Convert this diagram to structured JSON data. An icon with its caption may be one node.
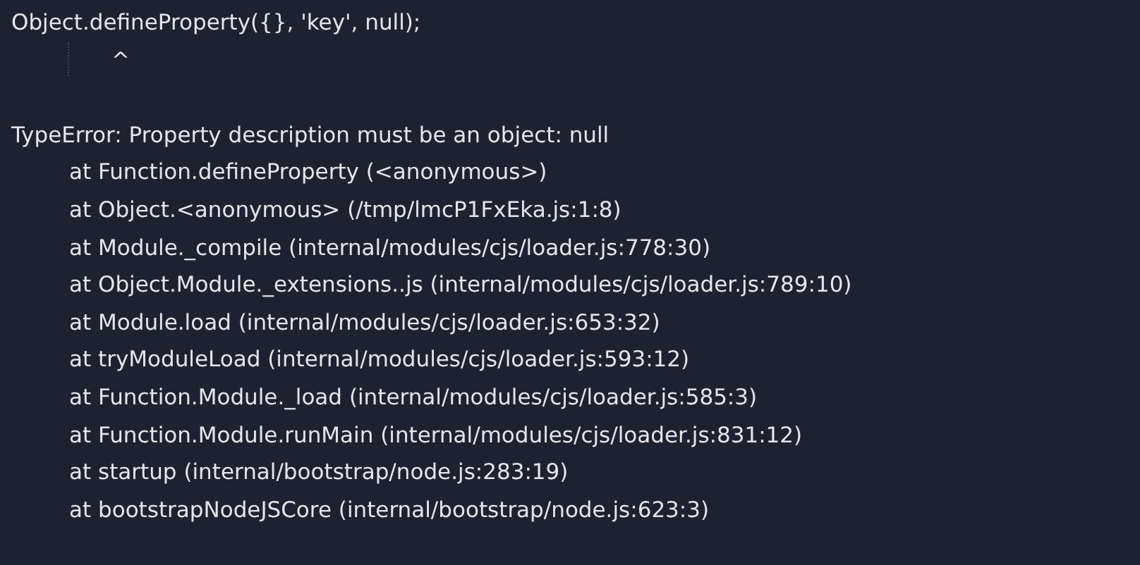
{
  "diagram": {
    "labels": [
      "Object.defineProperty({}, 'key', null);",
      "^",
      "TypeError: Property description must be an object: null",
      "at Function.defineProperty (<anonymous>)",
      "at Object.<anonymous> (/tmp/lmcP1FxEka.js:1:8)",
      "at Module._compile (internal/modules/cjs/loader.js:778:30)",
      "at Object.Module._extensions..js (internal/modules/cjs/loader.js:789:10)",
      "at Module.load (internal/modules/cjs/loader.js:653:32)",
      "at tryModuleLoad (internal/modules/cjs/loader.js:593:12)",
      "at Function.Module._load (internal/modules/cjs/loader.js:585:3)",
      "at Function.Module.runMain (internal/modules/cjs/loader.js:831:12)",
      "at startup (internal/bootstrap/node.js:283:19)",
      "at bootstrapNodeJSCore (internal/bootstrap/node.js:623:3)"
    ]
  }
}
